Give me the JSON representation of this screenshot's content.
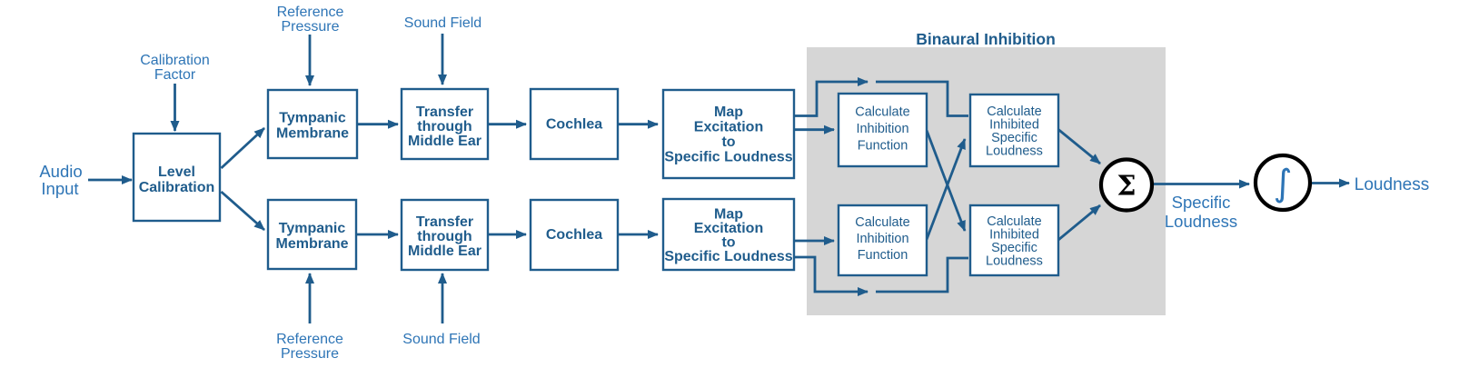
{
  "colors": {
    "flow_line": "#1F5C8C",
    "box_border": "#1F5C8C",
    "box_text": "#1F5C8C",
    "outside_label": "#2E75B6",
    "region_fill": "#D6D6D6",
    "operator_stroke": "#000000",
    "sigma_glyph": "#000000",
    "integral_glyph": "#2E75B6",
    "background": "#FFFFFF"
  },
  "region": {
    "title": "Binaural Inhibition"
  },
  "labels": {
    "audio_input": {
      "line1": "Audio",
      "line2": "Input"
    },
    "calibration_factor": {
      "line1": "Calibration",
      "line2": "Factor"
    },
    "reference_pressure_top": {
      "line1": "Reference",
      "line2": "Pressure"
    },
    "sound_field_top": {
      "text": "Sound Field"
    },
    "reference_pressure_bottom": {
      "line1": "Reference",
      "line2": "Pressure"
    },
    "sound_field_bottom": {
      "text": "Sound Field"
    },
    "specific_loudness": {
      "line1": "Specific",
      "line2": "Loudness"
    },
    "loudness_output": {
      "text": "Loudness"
    }
  },
  "nodes": {
    "level_calibration": {
      "line1": "Level",
      "line2": "Calibration"
    },
    "tympanic_membrane_top": {
      "line1": "Tympanic",
      "line2": "Membrane"
    },
    "transfer_middle_ear_top": {
      "line1": "Transfer",
      "line2": "through",
      "line3": "Middle Ear"
    },
    "cochlea_top": {
      "text": "Cochlea"
    },
    "map_excitation_top": {
      "line1": "Map",
      "line2": "Excitation",
      "line3": "to",
      "line4": "Specific Loudness"
    },
    "tympanic_membrane_bottom": {
      "line1": "Tympanic",
      "line2": "Membrane"
    },
    "transfer_middle_ear_bottom": {
      "line1": "Transfer",
      "line2": "through",
      "line3": "Middle Ear"
    },
    "cochlea_bottom": {
      "text": "Cochlea"
    },
    "map_excitation_bottom": {
      "line1": "Map",
      "line2": "Excitation",
      "line3": "to",
      "line4": "Specific Loudness"
    },
    "calculate_inhibition_function_top": {
      "line1": "Calculate",
      "line2": "Inhibition",
      "line3": "Function"
    },
    "calculate_inhibition_function_bottom": {
      "line1": "Calculate",
      "line2": "Inhibition",
      "line3": "Function"
    },
    "calculate_inhibited_specific_loudness_top": {
      "line1": "Calculate",
      "line2": "Inhibited",
      "line3": "Specific",
      "line4": "Loudness"
    },
    "calculate_inhibited_specific_loudness_bottom": {
      "line1": "Calculate",
      "line2": "Inhibited",
      "line3": "Specific",
      "line4": "Loudness"
    }
  },
  "operators": {
    "sum": "Σ",
    "integral": "∫"
  }
}
